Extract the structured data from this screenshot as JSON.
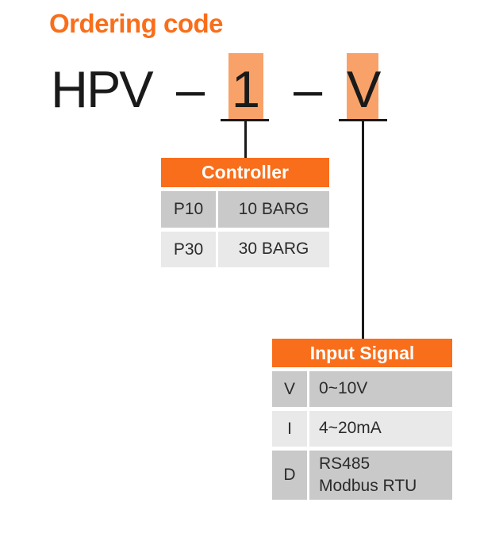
{
  "page": {
    "title": "Ordering code"
  },
  "colors": {
    "accent": "#F96E1B",
    "highlight": "#F8A269",
    "row_dark": "#C9C9C9",
    "row_light": "#E9E9E9",
    "ink": "#1A1A1A",
    "cell_text": "#2B2B2B"
  },
  "code": {
    "prefix": "HPV",
    "dash": "–",
    "segment1": "1",
    "segment2": "V"
  },
  "controller_table": {
    "title": "Controller",
    "rows": [
      {
        "code": "P10",
        "desc": "10 BARG"
      },
      {
        "code": "P30",
        "desc": "30 BARG"
      }
    ]
  },
  "input_signal_table": {
    "title": "Input Signal",
    "rows": [
      {
        "code": "V",
        "desc": "0~10V"
      },
      {
        "code": "I",
        "desc": "4~20mA"
      },
      {
        "code": "D",
        "desc": "RS485\nModbus RTU"
      }
    ]
  }
}
